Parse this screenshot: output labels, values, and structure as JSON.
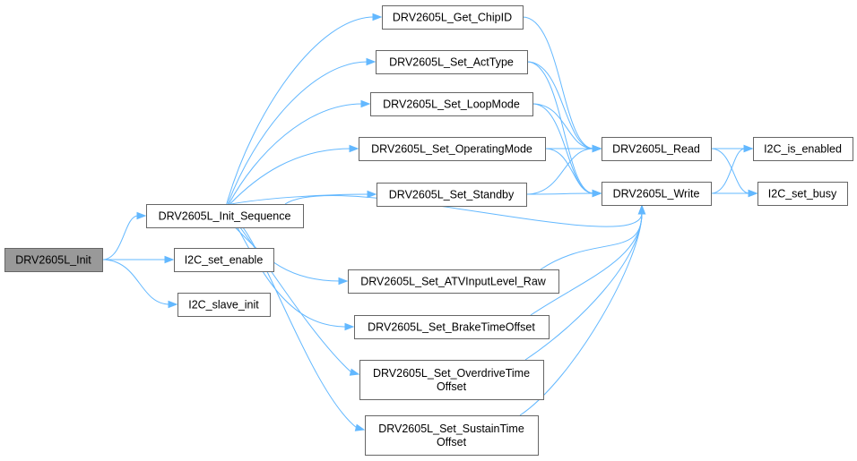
{
  "graph": {
    "title": "Call graph of DRV2605L_Init",
    "colors": {
      "edge": "#63b8ff",
      "node_border": "#666666",
      "root_fill": "#999999",
      "node_fill": "#ffffff"
    },
    "nodes": [
      {
        "id": "init",
        "lines": [
          "DRV2605L_Init"
        ],
        "root": true
      },
      {
        "id": "seq",
        "lines": [
          "DRV2605L_Init_Sequence"
        ]
      },
      {
        "id": "enable",
        "lines": [
          "I2C_set_enable"
        ]
      },
      {
        "id": "slave",
        "lines": [
          "I2C_slave_init"
        ]
      },
      {
        "id": "chipid",
        "lines": [
          "DRV2605L_Get_ChipID"
        ]
      },
      {
        "id": "acttype",
        "lines": [
          "DRV2605L_Set_ActType"
        ]
      },
      {
        "id": "loop",
        "lines": [
          "DRV2605L_Set_LoopMode"
        ]
      },
      {
        "id": "opmode",
        "lines": [
          "DRV2605L_Set_OperatingMode"
        ]
      },
      {
        "id": "standby",
        "lines": [
          "DRV2605L_Set_Standby"
        ]
      },
      {
        "id": "atv",
        "lines": [
          "DRV2605L_Set_ATVInputLevel_Raw"
        ]
      },
      {
        "id": "brake",
        "lines": [
          "DRV2605L_Set_BrakeTimeOffset"
        ]
      },
      {
        "id": "overdrive",
        "lines": [
          "DRV2605L_Set_OverdriveTime",
          "Offset"
        ]
      },
      {
        "id": "sustain",
        "lines": [
          "DRV2605L_Set_SustainTime",
          "Offset"
        ]
      },
      {
        "id": "read",
        "lines": [
          "DRV2605L_Read"
        ]
      },
      {
        "id": "write",
        "lines": [
          "DRV2605L_Write"
        ]
      },
      {
        "id": "isen",
        "lines": [
          "I2C_is_enabled"
        ]
      },
      {
        "id": "busy",
        "lines": [
          "I2C_set_busy"
        ]
      }
    ],
    "edges": [
      [
        "init",
        "seq"
      ],
      [
        "init",
        "enable"
      ],
      [
        "init",
        "slave"
      ],
      [
        "seq",
        "chipid"
      ],
      [
        "seq",
        "acttype"
      ],
      [
        "seq",
        "loop"
      ],
      [
        "seq",
        "opmode"
      ],
      [
        "seq",
        "standby"
      ],
      [
        "seq",
        "write"
      ],
      [
        "seq",
        "atv"
      ],
      [
        "seq",
        "brake"
      ],
      [
        "seq",
        "overdrive"
      ],
      [
        "seq",
        "sustain"
      ],
      [
        "chipid",
        "read"
      ],
      [
        "acttype",
        "read"
      ],
      [
        "acttype",
        "write"
      ],
      [
        "loop",
        "read"
      ],
      [
        "loop",
        "write"
      ],
      [
        "opmode",
        "read"
      ],
      [
        "opmode",
        "write"
      ],
      [
        "standby",
        "read"
      ],
      [
        "standby",
        "write"
      ],
      [
        "atv",
        "write"
      ],
      [
        "brake",
        "write"
      ],
      [
        "overdrive",
        "write"
      ],
      [
        "sustain",
        "write"
      ],
      [
        "read",
        "isen"
      ],
      [
        "read",
        "busy"
      ],
      [
        "write",
        "isen"
      ],
      [
        "write",
        "busy"
      ]
    ]
  }
}
